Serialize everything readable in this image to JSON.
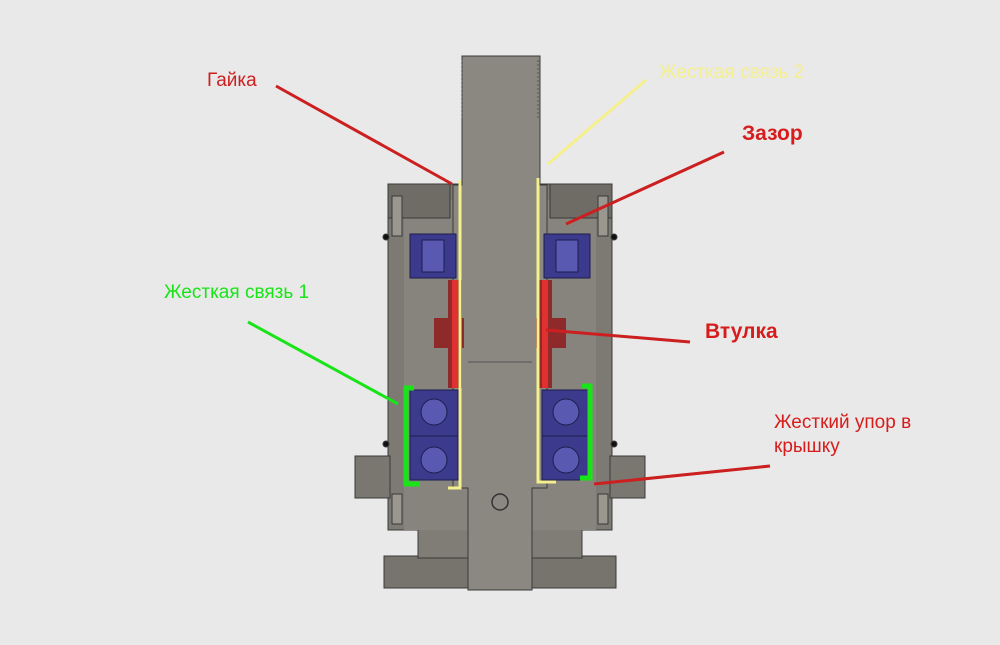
{
  "annotations": {
    "nut": {
      "text": "Гайка",
      "color": "#cc1f1f"
    },
    "rigid_link_2": {
      "text": "Жесткая связь 2",
      "color": "#f5ef8c"
    },
    "gap": {
      "text": "Зазор",
      "color": "#d71c1c"
    },
    "rigid_link_1": {
      "text": "Жесткая связь 1",
      "color": "#18e418"
    },
    "bushing": {
      "text": "Втулка",
      "color": "#d71c1c"
    },
    "hard_stop": {
      "text": "Жесткий упор в крышку",
      "color": "#d71c1c"
    }
  },
  "colors": {
    "background": "#e9e9e9",
    "housing": "#7d7a74",
    "shaft": "#8b8882",
    "bearing": "#3b3a8c",
    "sleeve": "#8e2a2a",
    "edge": "#3a3a3a"
  }
}
